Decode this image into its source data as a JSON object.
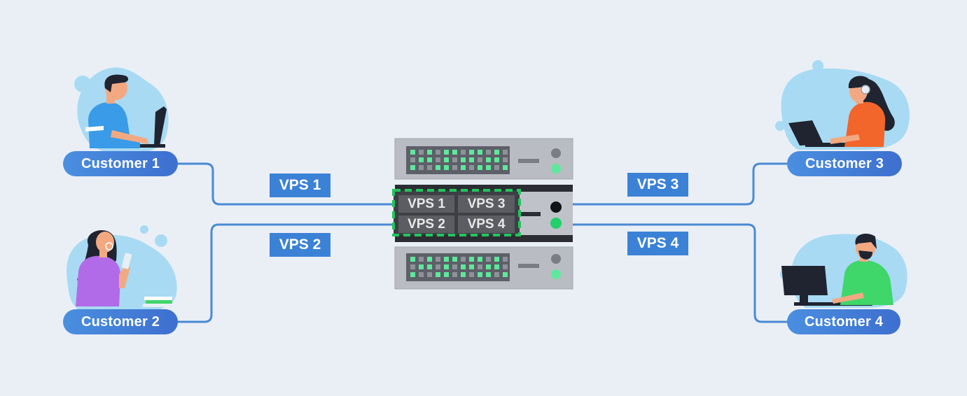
{
  "customers": [
    {
      "label": "Customer 1",
      "shirt_color": "#3a9be8"
    },
    {
      "label": "Customer 2",
      "shirt_color": "#b26be8"
    },
    {
      "label": "Customer 3",
      "shirt_color": "#f2652b"
    },
    {
      "label": "Customer 4",
      "shirt_color": "#3fd66a"
    }
  ],
  "connections": [
    "VPS 1",
    "VPS 2",
    "VPS 3",
    "VPS 4"
  ],
  "server": {
    "vps_slots": [
      "VPS 1",
      "VPS 3",
      "VPS 2",
      "VPS 4"
    ],
    "accent_color": "#22c55e",
    "led_color": "#5ee89b"
  },
  "colors": {
    "background": "#eaeff6",
    "line": "#4a8ad4",
    "blob": "#a8daf3",
    "pill": "#4a85dc",
    "tag": "#3b82d6"
  }
}
